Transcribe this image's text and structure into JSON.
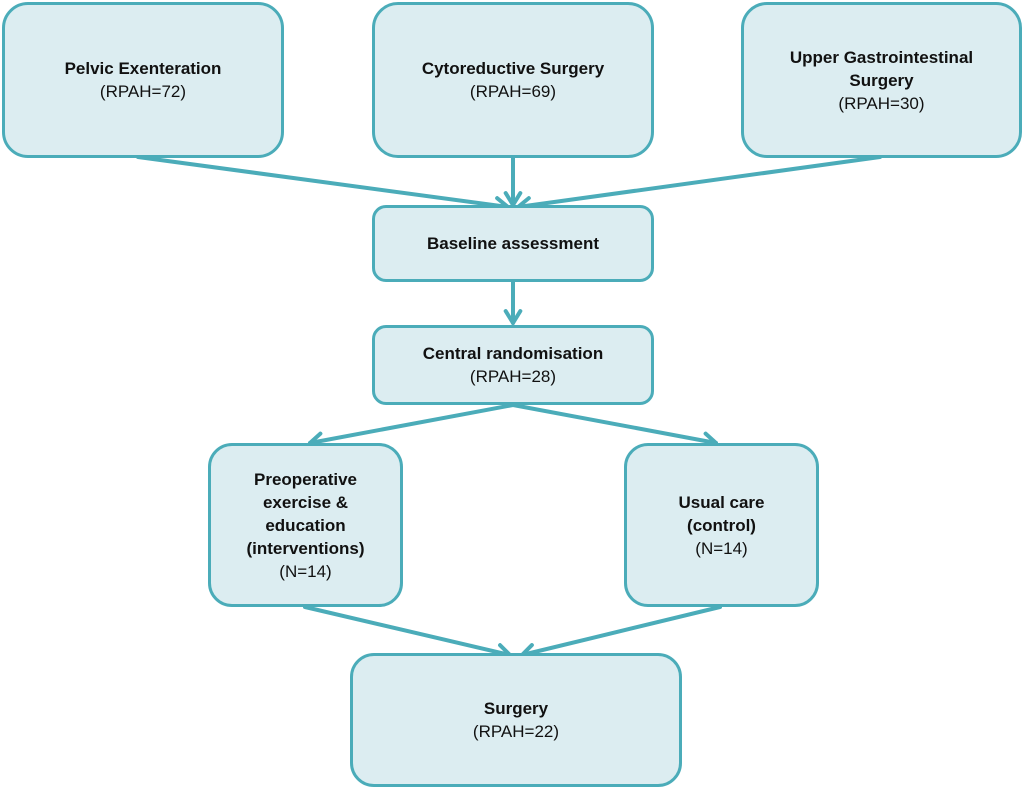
{
  "diagram": {
    "type": "flowchart",
    "colors": {
      "box_fill": "#dcedf1",
      "box_border": "#4bacb9",
      "arrow": "#4bacb9",
      "text": "#111111"
    },
    "nodes": {
      "pelvic": {
        "title": "Pelvic Exenteration",
        "sub": "(RPAH=72)"
      },
      "cyto": {
        "title": "Cytoreductive Surgery",
        "sub": "(RPAH=69)"
      },
      "upper": {
        "title": "Upper Gastrointestinal\nSurgery",
        "sub": "(RPAH=30)"
      },
      "baseline": {
        "title": "Baseline assessment"
      },
      "random": {
        "title": "Central randomisation",
        "sub": "(RPAH=28)"
      },
      "preop": {
        "title": "Preoperative\nexercise &\neducation\n(interventions)",
        "sub": "(N=14)"
      },
      "usual": {
        "title": "Usual care\n(control)",
        "sub": "(N=14)"
      },
      "surgery": {
        "title": "Surgery",
        "sub": "(RPAH=22)"
      }
    },
    "edges": [
      {
        "from": "pelvic",
        "to": "baseline"
      },
      {
        "from": "cyto",
        "to": "baseline"
      },
      {
        "from": "upper",
        "to": "baseline"
      },
      {
        "from": "baseline",
        "to": "random"
      },
      {
        "from": "random",
        "to": "preop"
      },
      {
        "from": "random",
        "to": "usual"
      },
      {
        "from": "preop",
        "to": "surgery"
      },
      {
        "from": "usual",
        "to": "surgery"
      }
    ]
  }
}
